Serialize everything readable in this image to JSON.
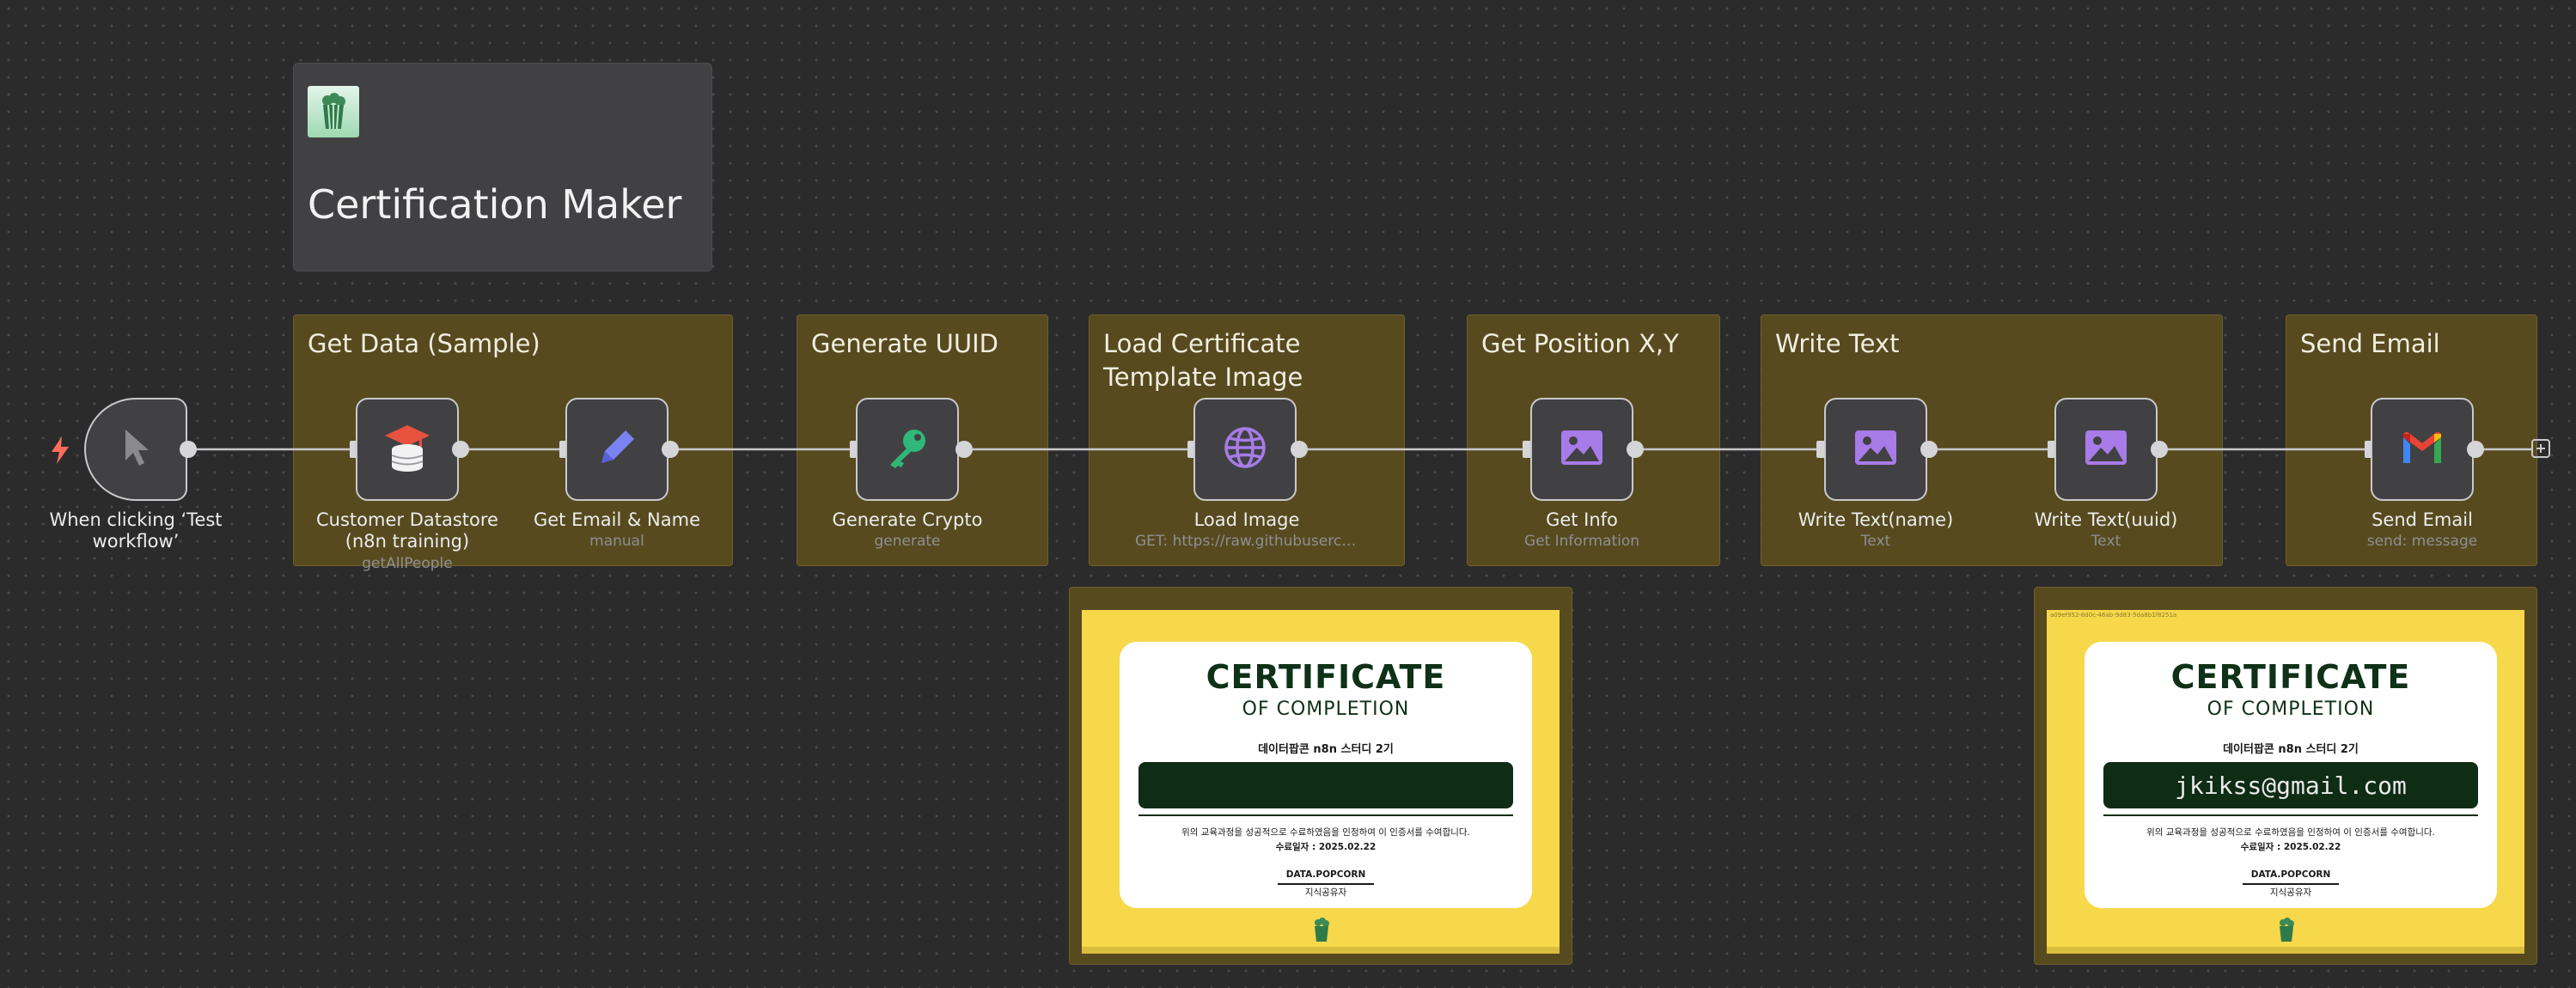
{
  "canvas": {
    "title_card": {
      "title": "Certification Maker",
      "logo_icon": "popcorn-logo-icon"
    },
    "trigger": {
      "label": "When clicking ‘Test workflow’",
      "icon": "cursor-icon",
      "bolt_icon": "lightning-icon"
    },
    "groups": [
      {
        "title": "Get Data (Sample)"
      },
      {
        "title": "Generate UUID"
      },
      {
        "title": "Load Certificate\nTemplate Image"
      },
      {
        "title": "Get Position X,Y"
      },
      {
        "title": "Write Text"
      },
      {
        "title": "Send Email"
      }
    ],
    "nodes": [
      {
        "label": "Customer Datastore (n8n training)",
        "sub": "getAllPeople",
        "icon": "database-icon"
      },
      {
        "label": "Get Email & Name",
        "sub": "manual",
        "icon": "pencil-icon"
      },
      {
        "label": "Generate Crypto",
        "sub": "generate",
        "icon": "key-icon"
      },
      {
        "label": "Load Image",
        "sub": "GET: https://raw.githubusercon...",
        "icon": "globe-icon"
      },
      {
        "label": "Get Info",
        "sub": "Get Information",
        "icon": "image-icon"
      },
      {
        "label": "Write Text(name)",
        "sub": "Text",
        "icon": "image-icon"
      },
      {
        "label": "Write Text(uuid)",
        "sub": "Text",
        "icon": "image-icon"
      },
      {
        "label": "Send Email",
        "sub": "send: message",
        "icon": "gmail-icon"
      }
    ],
    "add_button_icon": "plus-icon",
    "certificates": [
      {
        "header": "",
        "title": "CERTIFICATE",
        "subtitle": "OF COMPLETION",
        "course": "데이터팝콘 n8n 스터디 2기",
        "name": "",
        "body": "위의 교육과정을 성공적으로 수료하였음을 인정하여 이 인증서를 수여합니다.",
        "date": "수료일자 : 2025.02.22",
        "org": "DATA.POPCORN",
        "role": "지식공유자"
      },
      {
        "header": "a09ef952-6d0c-46ab-9d83-5da8b1f8251a",
        "title": "CERTIFICATE",
        "subtitle": "OF COMPLETION",
        "course": "데이터팝콘 n8n 스터디 2기",
        "name": "jkikss@gmail.com",
        "body": "위의 교육과정을 성공적으로 수료하였음을 인정하여 이 인증서를 수여합니다.",
        "date": "수료일자 : 2025.02.22",
        "org": "DATA.POPCORN",
        "role": "지식공유자"
      }
    ],
    "colors": {
      "canvas_bg": "#2b2b2c",
      "group_fill": "#574a1f",
      "node_fill": "#414143",
      "accent_bolt": "#ff6d5a",
      "image_icon": "#a77be8",
      "key_icon": "#2fb879",
      "pencil_icon": "#7b82f2",
      "cert_yellow": "#f6d84a",
      "cert_green": "#0f3117"
    }
  }
}
